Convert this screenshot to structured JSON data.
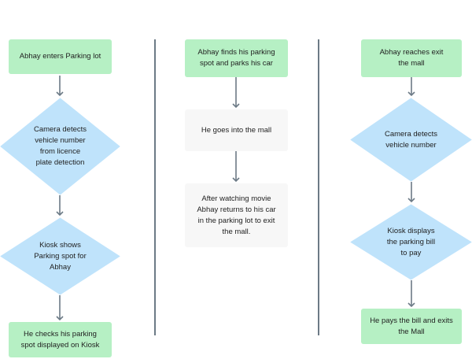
{
  "colors": {
    "process_fill": "#b6f0c4",
    "decision_fill": "#bfe3fb",
    "plain_fill": "#f7f7f7",
    "arrow": "#6c7a86",
    "divider": "#6c7a86"
  },
  "column1": {
    "start": "Abhay enters Parking lot",
    "camera": "Camera detects\nvehicle number\nfrom licence\nplate detection",
    "kiosk": "Kiosk shows\nParking spot for\nAbhay",
    "end": "He checks his parking\nspot displayed on Kiosk"
  },
  "column2": {
    "start": "Abhay finds his parking\nspot and parks his car",
    "mall": "He goes into the mall",
    "end": "After watching movie\nAbhay returns to his car\nin the parking lot to exit\nthe mall."
  },
  "column3": {
    "start": "Abhay reaches exit\nthe mall",
    "camera": "Camera detects\nvehicle number",
    "kiosk": "Kiosk displays\nthe parking bill\nto pay",
    "end": "He pays the bill and exits\nthe Mall"
  }
}
